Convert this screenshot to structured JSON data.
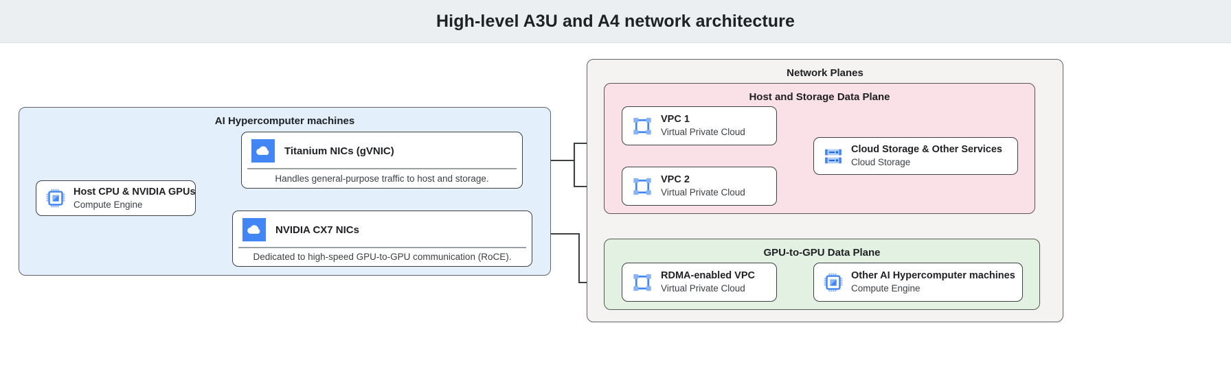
{
  "header": {
    "title": "High-level A3U and A4 network architecture"
  },
  "groups": {
    "machines": {
      "title": "AI Hypercomputer machines"
    },
    "planes": {
      "title": "Network Planes"
    },
    "host_storage_plane": {
      "title": "Host and Storage Data Plane"
    },
    "gpu_plane": {
      "title": "GPU-to-GPU Data Plane"
    }
  },
  "nodes": {
    "host": {
      "title": "Host CPU & NVIDIA GPUs",
      "subtitle": "Compute Engine",
      "icon": "chip-icon"
    },
    "titanium_nics": {
      "title": "Titanium NICs (gVNIC)",
      "description": "Handles general-purpose traffic to host and storage.",
      "icon": "cloud-icon"
    },
    "cx7_nics": {
      "title": "NVIDIA CX7 NICs",
      "description": "Dedicated to high-speed GPU-to-GPU communication (RoCE).",
      "icon": "cloud-icon"
    },
    "vpc1": {
      "title": "VPC 1",
      "subtitle": "Virtual Private Cloud",
      "icon": "vpc-icon"
    },
    "vpc2": {
      "title": "VPC 2",
      "subtitle": "Virtual Private Cloud",
      "icon": "vpc-icon"
    },
    "cloud_storage": {
      "title": "Cloud Storage & Other Services",
      "subtitle": "Cloud Storage",
      "icon": "storage-icon"
    },
    "rdma_vpc": {
      "title": "RDMA-enabled VPC",
      "subtitle": "Virtual Private Cloud",
      "icon": "vpc-icon"
    },
    "other_machines": {
      "title": "Other AI Hypercomputer machines",
      "subtitle": "Compute Engine",
      "icon": "chip-icon"
    }
  },
  "colors": {
    "header_bg": "#eceff1",
    "machines_bg": "#e3f0fc",
    "planes_bg": "#f4f3f2",
    "host_storage_bg": "#fae0e7",
    "gpu_plane_bg": "#e3f1e3",
    "icon_blue": "#4285f4",
    "icon_blue_light": "#8ab4f8",
    "border": "#3c4043",
    "connector": "#3c4043"
  },
  "connectors": [
    {
      "from": "host",
      "to": "titanium_nics"
    },
    {
      "from": "host",
      "to": "cx7_nics"
    },
    {
      "from": "titanium_nics",
      "to": "vpc1"
    },
    {
      "from": "titanium_nics",
      "to": "vpc2"
    },
    {
      "from": "vpc1",
      "to": "cloud_storage"
    },
    {
      "from": "vpc2",
      "to": "cloud_storage"
    },
    {
      "from": "cx7_nics",
      "to": "rdma_vpc"
    },
    {
      "from": "rdma_vpc",
      "to": "other_machines"
    }
  ]
}
